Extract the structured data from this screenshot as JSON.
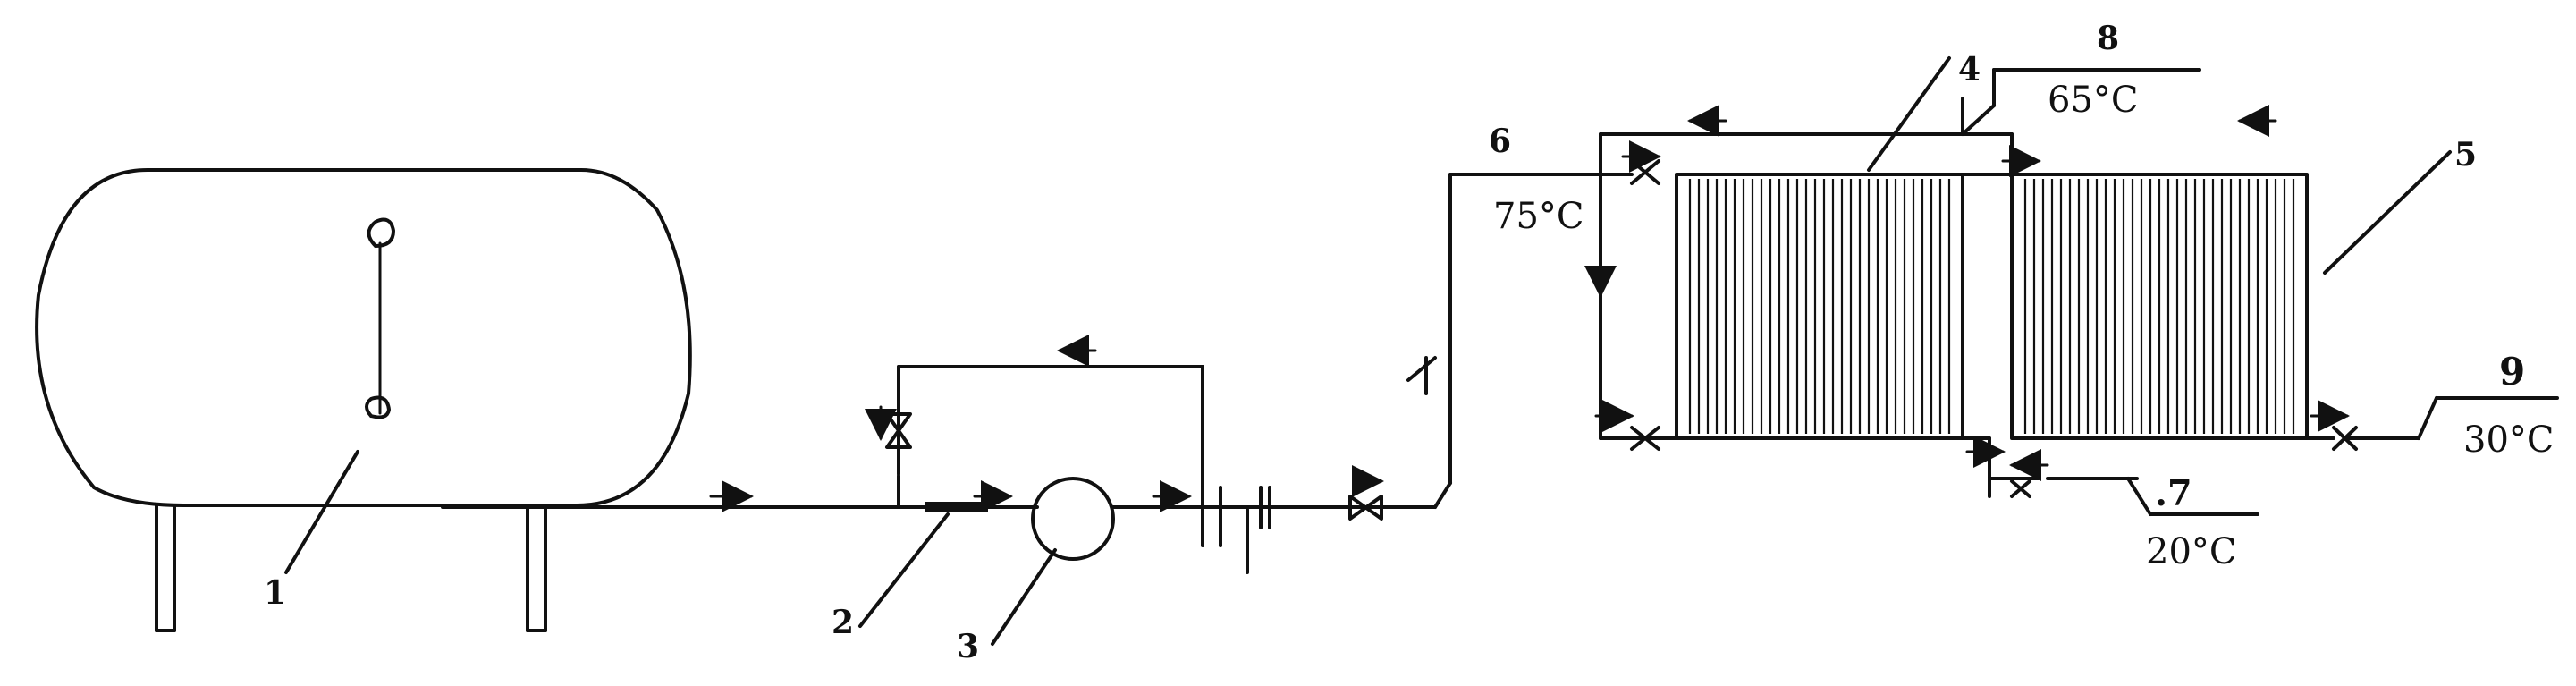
{
  "labels": {
    "l1": "1",
    "l2": "2",
    "l3": "3",
    "l4": "4",
    "l5": "5",
    "l6": "6",
    "l7": ".7",
    "l8": "8",
    "l9": "9"
  },
  "temperatures": {
    "t6": "75°C",
    "t8": "65°C",
    "t9": "30°C",
    "t7": "20°C"
  }
}
